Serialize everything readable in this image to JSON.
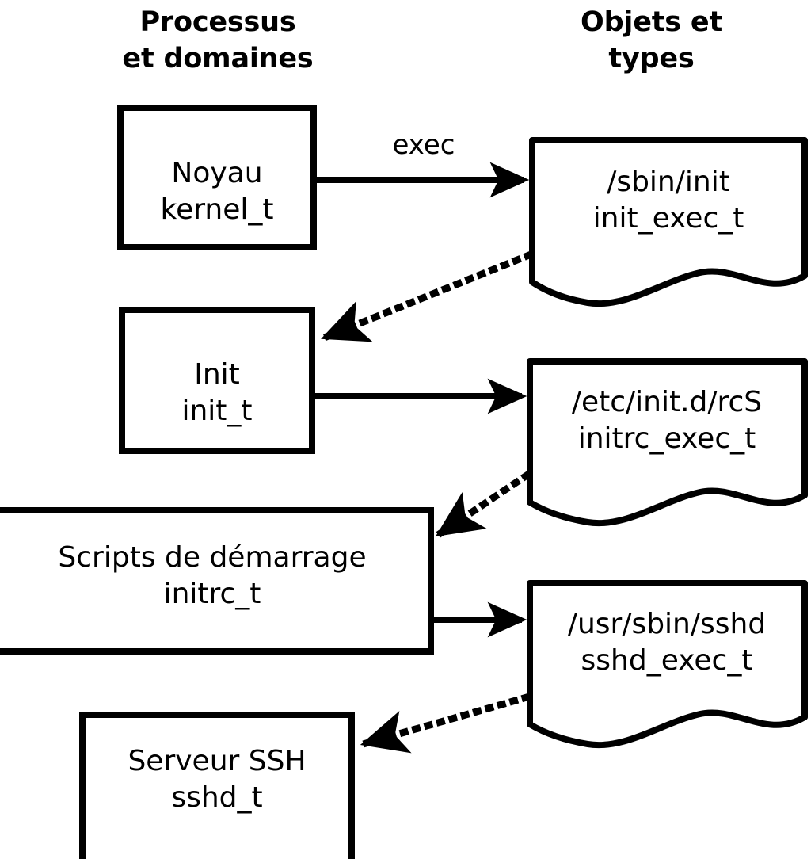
{
  "columns": {
    "left_header": "Processus\net domaines",
    "right_header": "Objets et\ntypes"
  },
  "process_nodes": [
    {
      "id": "kernel",
      "label": "Noyau\nkernel_t",
      "shape": "rectangle"
    },
    {
      "id": "init",
      "label": "Init\ninit_t",
      "shape": "rectangle"
    },
    {
      "id": "initrc",
      "label": "Scripts de démarrage\ninitrc_t",
      "shape": "rectangle"
    },
    {
      "id": "sshd",
      "label": "Serveur SSH\nsshd_t",
      "shape": "rectangle"
    }
  ],
  "object_nodes": [
    {
      "id": "init_exec",
      "label": "/sbin/init\ninit_exec_t",
      "shape": "document"
    },
    {
      "id": "initrc_exec",
      "label": "/etc/init.d/rcS\ninitrc_exec_t",
      "shape": "document"
    },
    {
      "id": "sshd_exec",
      "label": "/usr/sbin/sshd\nsshd_exec_t",
      "shape": "document"
    }
  ],
  "edges": [
    {
      "from": "kernel",
      "to": "init_exec",
      "style": "solid",
      "label": "exec"
    },
    {
      "from": "init_exec",
      "to": "init",
      "style": "dotted",
      "label": ""
    },
    {
      "from": "init",
      "to": "initrc_exec",
      "style": "solid",
      "label": ""
    },
    {
      "from": "initrc_exec",
      "to": "initrc",
      "style": "dotted",
      "label": ""
    },
    {
      "from": "initrc",
      "to": "sshd_exec",
      "style": "solid",
      "label": ""
    },
    {
      "from": "sshd_exec",
      "to": "sshd",
      "style": "dotted",
      "label": ""
    }
  ],
  "colors": {
    "stroke": "#000000",
    "fill": "#ffffff",
    "background": "#ffffff"
  }
}
